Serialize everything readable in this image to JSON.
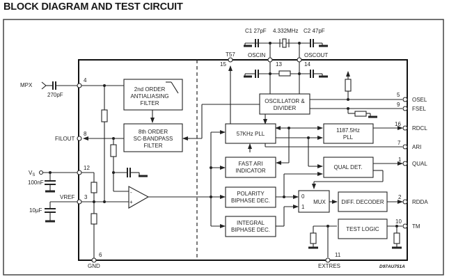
{
  "title": "BLOCK DIAGRAM AND TEST CIRCUIT",
  "diagram_code": "D97AU751A",
  "external_components": {
    "c1": "C1 27pF",
    "crystal": "4.332MHz",
    "c2": "C2 47pF",
    "input_cap": "270pF",
    "vs_cap": "100nF",
    "vref_cap": "10µF"
  },
  "signals": {
    "mpx": "MPX",
    "filout": "FILOUT",
    "vs": "V",
    "vs_sub": "S",
    "vref": "VREF",
    "gnd": "GND",
    "t57": "T57",
    "oscin": "OSCIN",
    "oscout": "OSCOUT",
    "osel": "OSEL",
    "fsel": "FSEL",
    "rdcl": "RDCL",
    "ari": "ARI",
    "qual": "QUAL",
    "rdda": "RDDA",
    "tm": "TM",
    "extres": "EXTRES"
  },
  "pins": {
    "mpx": "4",
    "filout": "8",
    "vs": "12",
    "vref": "3",
    "gnd": "6",
    "t57": "15",
    "oscin": "13",
    "oscout": "14",
    "osel": "5",
    "fsel": "9",
    "rdcl": "16",
    "ari": "7",
    "qual": "1",
    "rdda": "2",
    "tm": "10",
    "extres": "11"
  },
  "blocks": {
    "antialias": [
      "2nd ORDER",
      "ANTIALIASING",
      "FILTER"
    ],
    "bandpass": [
      "8th ORDER",
      "SC-BANDPASS",
      "FILTER"
    ],
    "oscillator": [
      "OSCILLATOR &",
      "DIVIDER"
    ],
    "pll57": [
      "57KHz PLL"
    ],
    "pll1187": [
      "1187.5Hz",
      "PLL"
    ],
    "fastari": [
      "FAST ARI",
      "INDICATOR"
    ],
    "qualdet": [
      "QUAL DET."
    ],
    "polarity": [
      "POLARITY",
      "BIPHASE DEC."
    ],
    "integral": [
      "INTEGRAL",
      "BIPHASE DEC."
    ],
    "mux": [
      "MUX"
    ],
    "mux_in0": "0",
    "mux_in1": "1",
    "diffdec": [
      "DIFF. DECODER"
    ],
    "testlogic": [
      "TEST LOGIC"
    ],
    "opamp_minus": "-",
    "opamp_plus": "+"
  }
}
